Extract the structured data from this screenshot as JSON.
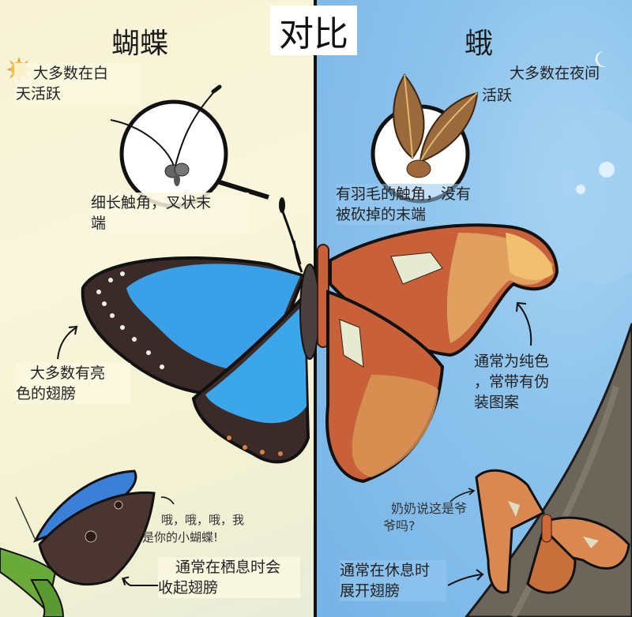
{
  "title": "对比",
  "butterfly": {
    "heading": "蝴蝶",
    "active_time": "大多数在白天活跃",
    "active_time_lines": [
      "大多数在白",
      "天活跃"
    ],
    "antenna": [
      "细长触角，叉状末",
      "端"
    ],
    "wings": [
      "大多数有亮",
      "色的翅膀"
    ],
    "speech": [
      "哦，哦，哦，我",
      "是你的小蝴蝶!"
    ],
    "resting": [
      "通常在栖息时会",
      "收起翅膀"
    ],
    "icon": "sun-icon",
    "colors": {
      "background": "#f7f2d4",
      "wing_blue": "#3aa0e8",
      "wing_dark": "#3a2a28"
    }
  },
  "moth": {
    "heading": "蛾",
    "active_time_lines": [
      "大多数在夜间",
      "活跃"
    ],
    "antenna": [
      "有羽毛的触角，没有",
      "被砍掉的末端"
    ],
    "wings": [
      "通常为纯色",
      "，常带有伪",
      "装图案"
    ],
    "speech": [
      "奶奶说这是爷",
      "爷吗?"
    ],
    "resting": [
      "通常在休息时",
      "展开翅膀"
    ],
    "icon": "moon-icon",
    "colors": {
      "background": "#8cc3ec",
      "wing_rust": "#c8603a",
      "wing_tan": "#e8b070"
    }
  }
}
